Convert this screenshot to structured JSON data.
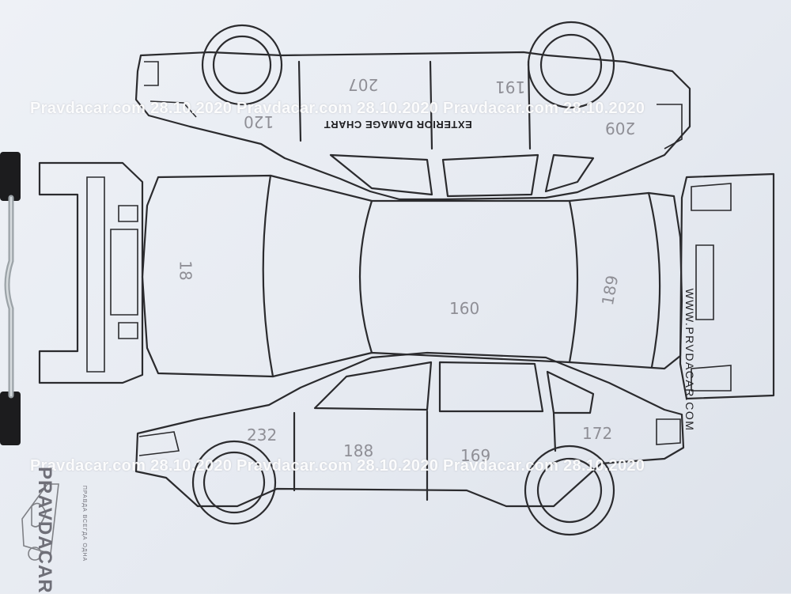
{
  "document": {
    "title": "EXTERIOR DAMAGE CHART",
    "website": "WWW.PRVDACAR.COM"
  },
  "watermarks": [
    "Pravdacar.com 28.10.2020 Pravdacar.com 28.10.2020 Pravdacar.com 28.10.2020",
    "Pravdacar.com 28.10.2020 Pravdacar.com 28.10.2020 Pravdacar.com 28.10.2020"
  ],
  "logo": {
    "name": "PRAVDACAR",
    "tagline": "ПРАВДА ВСЕГДА ОДНА"
  },
  "measurements": [
    {
      "label": "top-front-fender",
      "value": "120"
    },
    {
      "label": "top-front-door",
      "value": "207"
    },
    {
      "label": "top-rear-door",
      "value": "191"
    },
    {
      "label": "top-rear-fender",
      "value": "209"
    },
    {
      "label": "hood",
      "value": "18"
    },
    {
      "label": "roof",
      "value": "160"
    },
    {
      "label": "trunk",
      "value": "189"
    },
    {
      "label": "side-front-fender",
      "value": "232"
    },
    {
      "label": "side-front-door",
      "value": "188"
    },
    {
      "label": "side-rear-door",
      "value": "169"
    },
    {
      "label": "side-rear-fender",
      "value": "172"
    }
  ],
  "colors": {
    "paper": "#e9ecf2",
    "ink": "#2b2b2e",
    "pencil": "#8f8f96",
    "watermark": "#ffffff"
  }
}
